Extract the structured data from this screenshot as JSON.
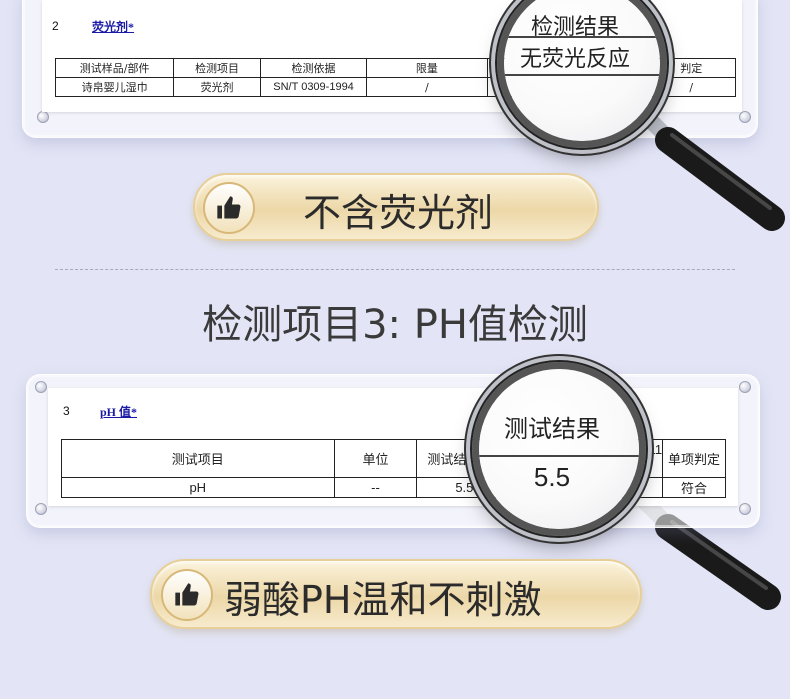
{
  "section2": {
    "number": "2",
    "title": "荧光剂*",
    "headers": [
      "测试样品/部件",
      "检测项目",
      "检测依据",
      "限量",
      "判定"
    ],
    "row": [
      "诗帛婴儿湿巾",
      "荧光剂",
      "SN/T 0309-1994",
      "/",
      "/"
    ],
    "lens": {
      "header": "检测结果",
      "value": "无荧光反应"
    }
  },
  "badge1": {
    "text": "不含荧光剂",
    "icon": "thumbs-up-icon"
  },
  "heading": "检测项目3: PH值检测",
  "section3": {
    "number": "3",
    "title": "pH 值*",
    "headers": [
      "测试项目",
      "单位",
      "测试结",
      "011",
      "单项判定"
    ],
    "row": [
      "pH",
      "--",
      "5.5",
      "",
      "符合"
    ],
    "lens": {
      "header": "测试结果",
      "value": "5.5"
    }
  },
  "badge2": {
    "text": "弱酸PH温和不刺激",
    "icon": "thumbs-up-icon"
  }
}
